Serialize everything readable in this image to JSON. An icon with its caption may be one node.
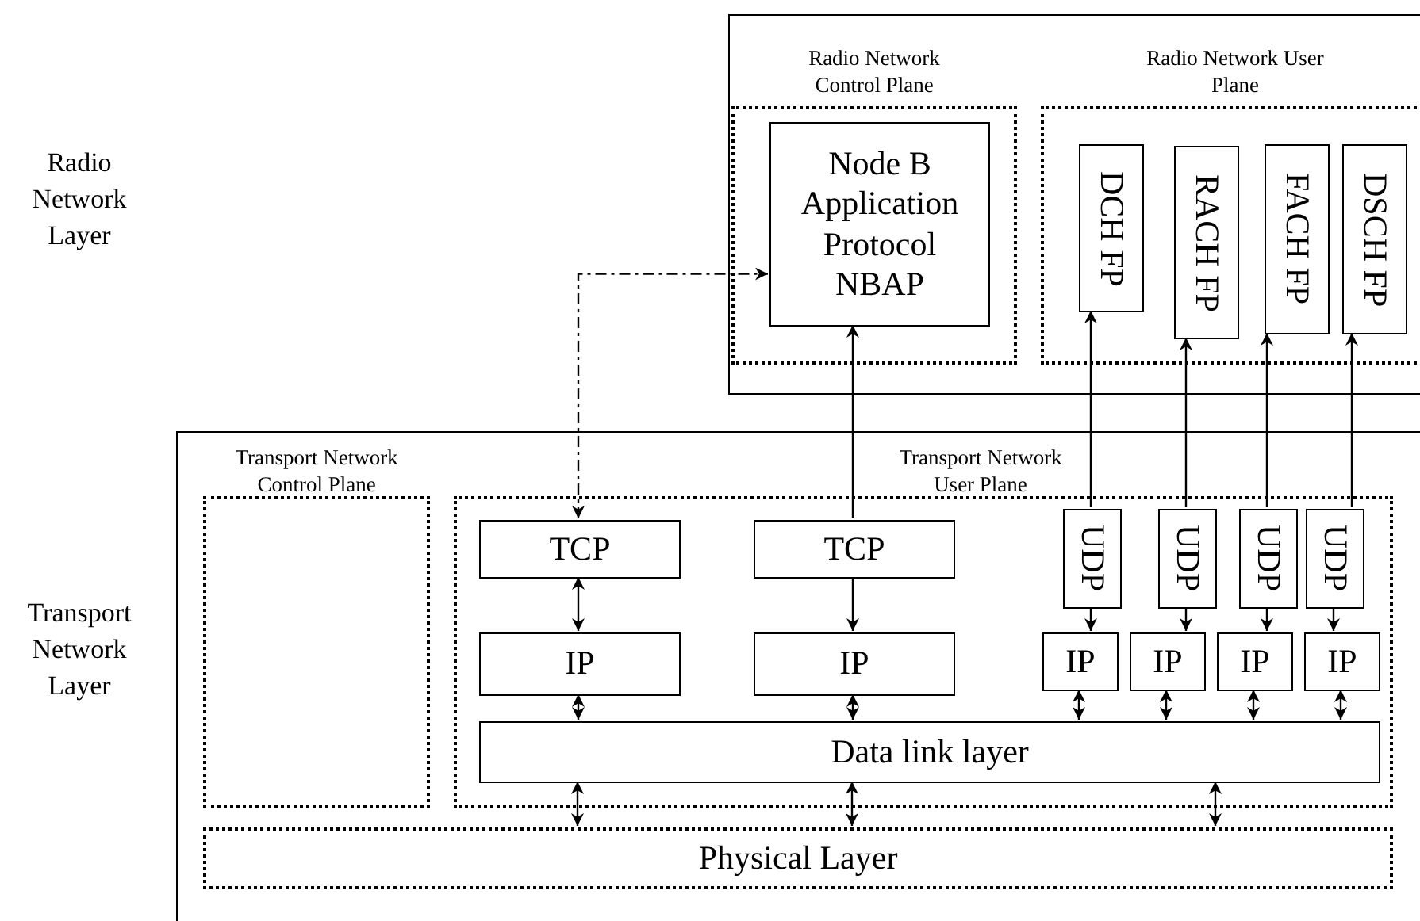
{
  "diagram": {
    "nodes": [
      {
        "text": [],
        "shape": "box"
      },
      {
        "text": [
          "Radio Network Control Plane"
        ],
        "in": 0
      },
      {
        "text": [
          "Node B Application Protocol NBAP"
        ],
        "in": 1
      },
      {
        "text": [
          "Radio Network User Plane"
        ],
        "in": 0
      },
      {
        "text": [
          "DCH FP"
        ],
        "in": 3
      },
      {
        "text": [
          "RACH FP"
        ],
        "in": 3
      },
      {
        "text": [
          "FACH FP"
        ],
        "in": 3
      },
      {
        "text": [
          "DSCH FP"
        ],
        "in": 3
      },
      {
        "text": [],
        "shape": "box"
      },
      {
        "text": [
          "Transport Network Control Plane"
        ],
        "in": 8
      },
      {
        "text": [
          "Transport Network User Plane"
        ],
        "in": 8
      },
      {
        "text": [
          "TCP"
        ],
        "in": 10
      },
      {
        "text": [
          "TCP"
        ],
        "in": 10
      },
      {
        "text": [
          "UDP"
        ],
        "in": 10
      },
      {
        "text": [
          "UDP"
        ],
        "in": 10
      },
      {
        "text": [
          "UDP"
        ],
        "in": 10
      },
      {
        "text": [
          "UDP"
        ],
        "in": 10
      },
      {
        "text": [
          "IP"
        ],
        "in": 10
      },
      {
        "text": [
          "IP"
        ],
        "in": 10
      },
      {
        "text": [
          "IP"
        ],
        "in": 10
      },
      {
        "text": [
          "IP"
        ],
        "in": 10
      },
      {
        "text": [
          "IP"
        ],
        "in": 10
      },
      {
        "text": [
          "IP"
        ],
        "in": 10
      },
      {
        "text": [
          "Data link layer"
        ],
        "in": 10
      },
      {
        "text": [
          "Physical Layer"
        ],
        "in": 8
      }
    ],
    "edges": [
      {
        "from": 11,
        "to": 2,
        "arrow": "both",
        "style": "dashed"
      },
      {
        "from": 12,
        "to": 2,
        "arrow": "to"
      },
      {
        "from": 13,
        "to": 4,
        "arrow": "to"
      },
      {
        "from": 14,
        "to": 5,
        "arrow": "to"
      },
      {
        "from": 15,
        "to": 6,
        "arrow": "to"
      },
      {
        "from": 16,
        "to": 7,
        "arrow": "to"
      },
      {
        "from": 11,
        "to": 17,
        "arrow": "both"
      },
      {
        "from": 12,
        "to": 18,
        "arrow": "to"
      },
      {
        "from": 13,
        "to": 19,
        "arrow": "to"
      },
      {
        "from": 14,
        "to": 20,
        "arrow": "to"
      },
      {
        "from": 15,
        "to": 21,
        "arrow": "to"
      },
      {
        "from": 16,
        "to": 22,
        "arrow": "to"
      },
      {
        "from": 17,
        "to": 23,
        "arrow": "both"
      },
      {
        "from": 18,
        "to": 23,
        "arrow": "both"
      },
      {
        "from": 19,
        "to": 23,
        "arrow": "both"
      },
      {
        "from": 20,
        "to": 23,
        "arrow": "both"
      },
      {
        "from": 21,
        "to": 23,
        "arrow": "both"
      },
      {
        "from": 22,
        "to": 23,
        "arrow": "both"
      },
      {
        "from": 23,
        "to": 24,
        "arrow": "both"
      },
      {
        "from": 23,
        "to": 24,
        "arrow": "both"
      },
      {
        "from": 23,
        "to": 24,
        "arrow": "both"
      }
    ],
    "labels": [
      "Radio Network Layer",
      "Transport Network Layer"
    ]
  }
}
